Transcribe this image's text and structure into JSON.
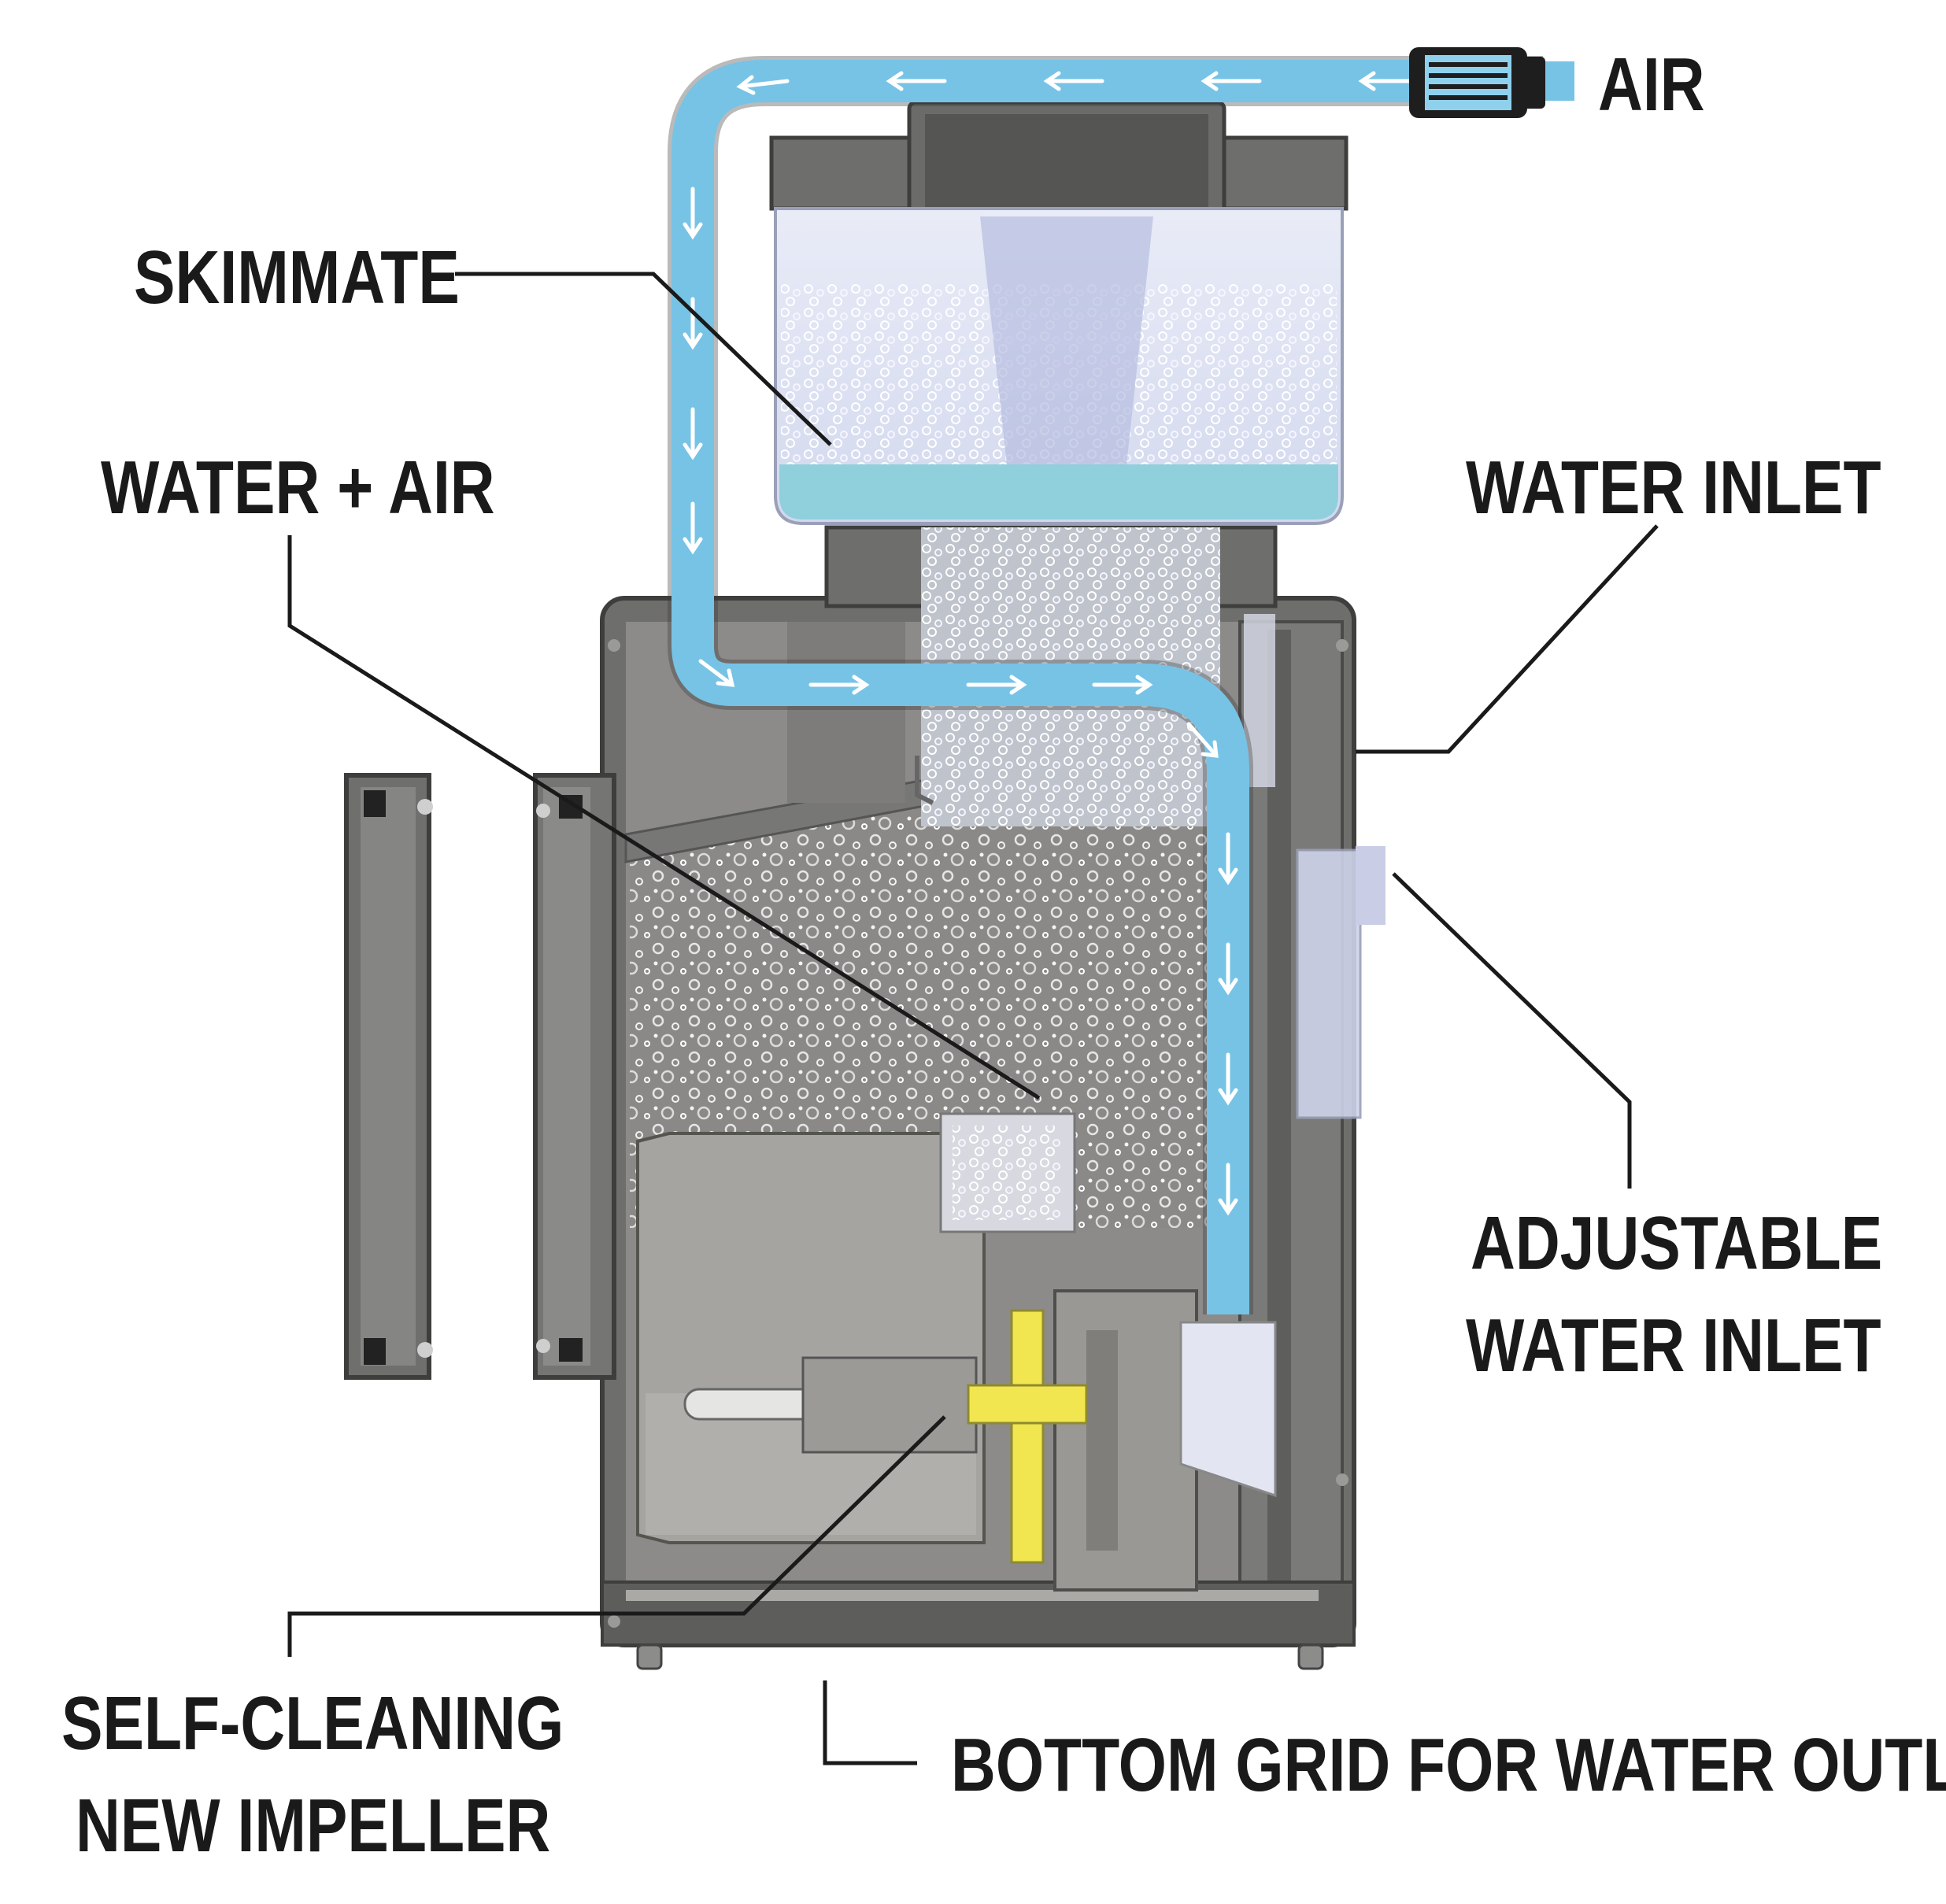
{
  "labels": {
    "air": "AIR",
    "skimmate": "SKIMMATE",
    "water_air": "WATER + AIR",
    "water_inlet": "WATER INLET",
    "adjustable_line1": "ADJUSTABLE",
    "adjustable_line2": "WATER INLET",
    "impeller_line1": "SELF-CLEANING",
    "impeller_line2": "NEW IMPELLER",
    "bottom_grid": "BOTTOM GRID FOR WATER OUTLET"
  },
  "colors": {
    "body_gray": "#6e6e6c",
    "body_dark": "#4a4a48",
    "interior_gray": "#8c8b89",
    "pipe_blue": "#77c3e6",
    "cup_clear": "#dfe4f3",
    "skimmate_water": "#8fd0dc",
    "impeller_yellow": "#f1e650",
    "leader_line": "#1a1a1a"
  }
}
